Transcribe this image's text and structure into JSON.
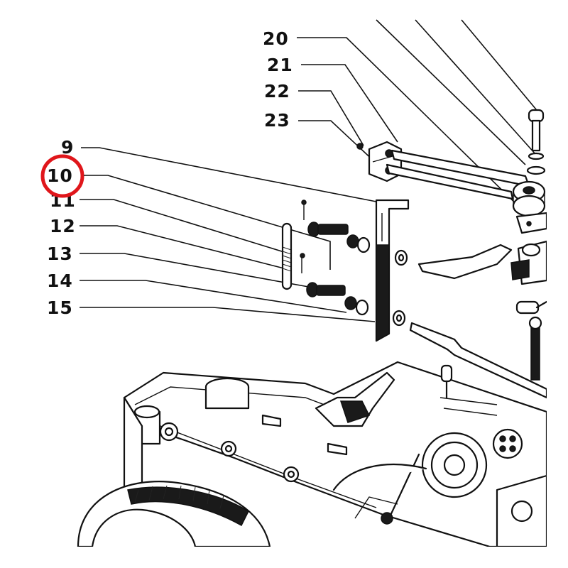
{
  "callouts": [
    {
      "id": "20",
      "label": "20"
    },
    {
      "id": "21",
      "label": "21"
    },
    {
      "id": "22",
      "label": "22"
    },
    {
      "id": "23",
      "label": "23"
    },
    {
      "id": "9",
      "label": "9"
    },
    {
      "id": "10",
      "label": "10",
      "highlighted": true
    },
    {
      "id": "11",
      "label": "11"
    },
    {
      "id": "12",
      "label": "12"
    },
    {
      "id": "13",
      "label": "13"
    },
    {
      "id": "14",
      "label": "14"
    },
    {
      "id": "15",
      "label": "15"
    }
  ],
  "colors": {
    "ink": "#111111",
    "highlight_circle": "#e0161b",
    "background": "#ffffff"
  }
}
